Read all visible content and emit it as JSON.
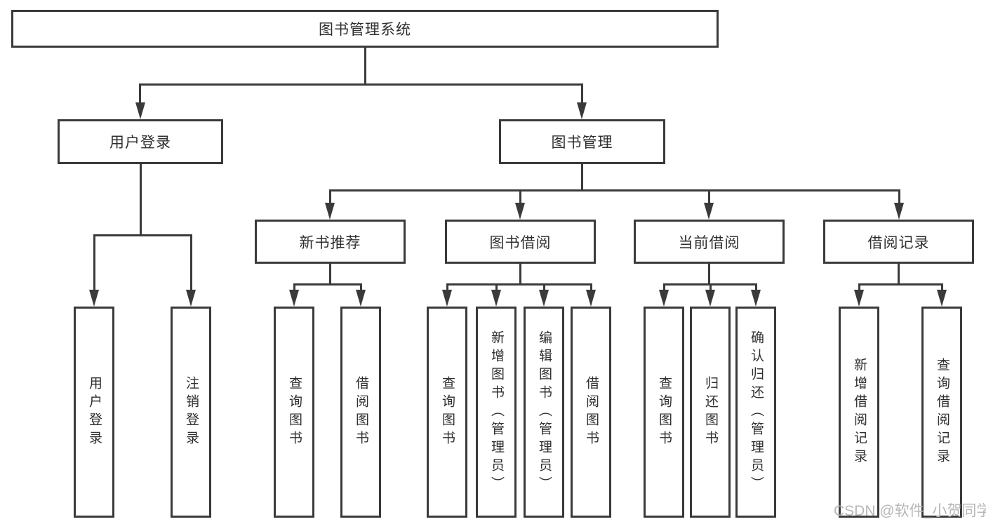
{
  "diagram": {
    "title": "图书管理系统",
    "branches": [
      {
        "label": "用户登录",
        "children": [
          {
            "label": "用户登录"
          },
          {
            "label": "注销登录"
          }
        ]
      },
      {
        "label": "图书管理",
        "children": [
          {
            "label": "新书推荐",
            "children": [
              {
                "label": "查询图书"
              },
              {
                "label": "借阅图书"
              }
            ]
          },
          {
            "label": "图书借阅",
            "children": [
              {
                "label": "查询图书"
              },
              {
                "label": "新增图书（管理员）"
              },
              {
                "label": "编辑图书（管理员）"
              },
              {
                "label": "借阅图书"
              }
            ]
          },
          {
            "label": "当前借阅",
            "children": [
              {
                "label": "查询图书"
              },
              {
                "label": "归还图书"
              },
              {
                "label": "确认归还（管理员）"
              }
            ]
          },
          {
            "label": "借阅记录",
            "children": [
              {
                "label": "新增借阅记录"
              },
              {
                "label": "查询借阅记录"
              }
            ]
          }
        ]
      }
    ]
  },
  "watermark": "CSDN @软件_小贺同学",
  "colors": {
    "line": "#3a3a3a",
    "text": "#2f2f2f",
    "watermark": "#b7b7b7",
    "background": "#ffffff"
  }
}
